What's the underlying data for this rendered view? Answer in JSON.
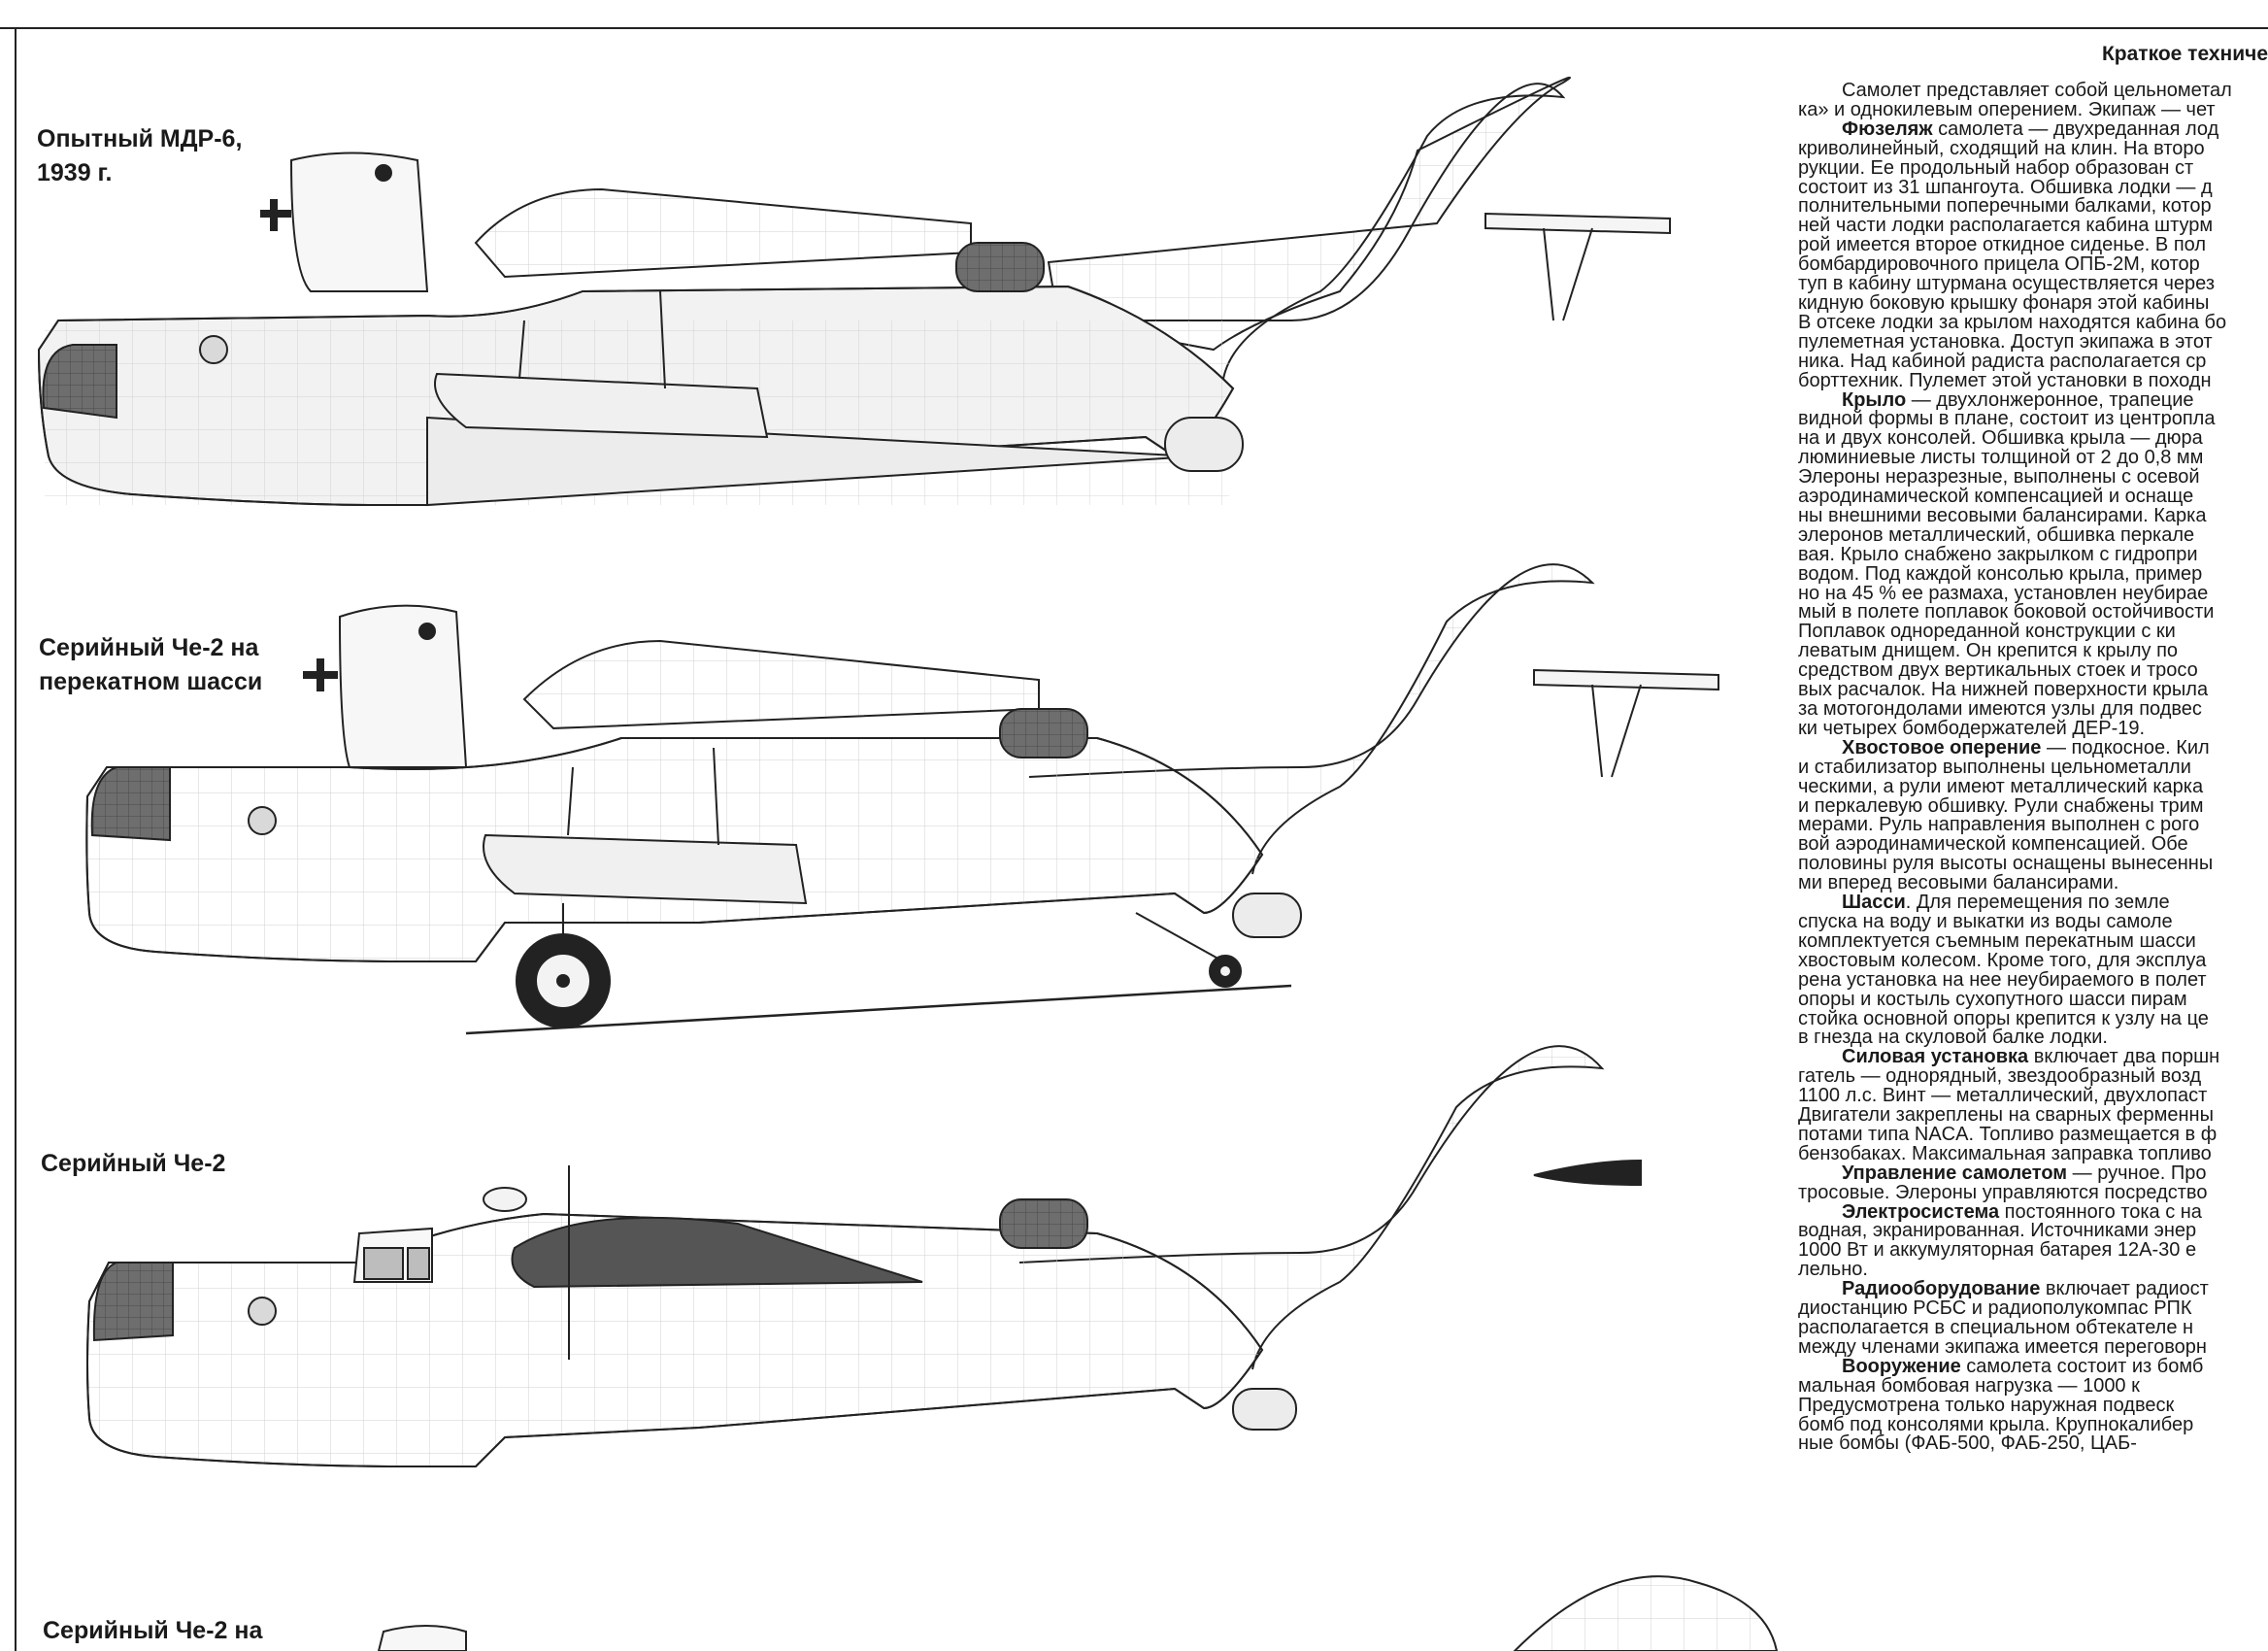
{
  "captions": {
    "aircraft1": [
      "Опытный МДР-6,",
      "1939 г."
    ],
    "aircraft2": [
      "Серийный Че-2 на",
      "перекатном шасси"
    ],
    "aircraft3": [
      "Серийный Че-2"
    ],
    "aircraft4": [
      "Серийный Че-2 на"
    ]
  },
  "text_column": {
    "title": "Краткое техниче",
    "lines": [
      {
        "indent": true,
        "lead": "",
        "text": "Самолет представляет собой цельнометал"
      },
      {
        "indent": false,
        "lead": "",
        "text": "ка» и однокилевым оперением. Экипаж — чет"
      },
      {
        "indent": true,
        "lead": "Фюзеляж",
        "text": " самолета — двухреданная лод"
      },
      {
        "indent": false,
        "lead": "",
        "text": "криволинейный, сходящий на клин. На второ"
      },
      {
        "indent": false,
        "lead": "",
        "text": "рукции. Ее продольный набор образован ст"
      },
      {
        "indent": false,
        "lead": "",
        "text": "состоит из 31 шпангоута. Обшивка лодки — д"
      },
      {
        "indent": false,
        "lead": "",
        "text": "полнительными поперечными балками, котор"
      },
      {
        "indent": false,
        "lead": "",
        "text": "ней части лодки располагается кабина штурм"
      },
      {
        "indent": false,
        "lead": "",
        "text": "рой имеется второе откидное сиденье. В пол"
      },
      {
        "indent": false,
        "lead": "",
        "text": "бомбардировочного прицела ОПБ-2М, котор"
      },
      {
        "indent": false,
        "lead": "",
        "text": "туп в кабину штурмана осуществляется через"
      },
      {
        "indent": false,
        "lead": "",
        "text": "кидную боковую крышку фонаря этой кабины"
      },
      {
        "indent": false,
        "lead": "",
        "text": "В отсеке лодки за крылом находятся кабина бо"
      },
      {
        "indent": false,
        "lead": "",
        "text": "пулеметная установка. Доступ экипажа в этот"
      },
      {
        "indent": false,
        "lead": "",
        "text": "ника. Над кабиной радиста располагается ср"
      },
      {
        "indent": false,
        "lead": "",
        "text": "борттехник. Пулемет этой установки в походн"
      },
      {
        "indent": true,
        "lead": "Крыло",
        "text": " — двухлонжеронное, трапецие"
      },
      {
        "indent": false,
        "lead": "",
        "text": "видной формы в плане, состоит из центропла"
      },
      {
        "indent": false,
        "lead": "",
        "text": "на и двух консолей. Обшивка крыла — дюра"
      },
      {
        "indent": false,
        "lead": "",
        "text": "люминиевые листы толщиной от 2 до 0,8 мм"
      },
      {
        "indent": false,
        "lead": "",
        "text": "Элероны неразрезные, выполнены с осевой"
      },
      {
        "indent": false,
        "lead": "",
        "text": "аэродинамической компенсацией и оснаще"
      },
      {
        "indent": false,
        "lead": "",
        "text": "ны внешними весовыми балансирами. Карка"
      },
      {
        "indent": false,
        "lead": "",
        "text": "элеронов металлический, обшивка перкале"
      },
      {
        "indent": false,
        "lead": "",
        "text": "вая. Крыло снабжено закрылком с гидропри"
      },
      {
        "indent": false,
        "lead": "",
        "text": "водом. Под каждой консолью крыла, пример"
      },
      {
        "indent": false,
        "lead": "",
        "text": "но на 45 % ее размаха, установлен неубирае"
      },
      {
        "indent": false,
        "lead": "",
        "text": "мый в полете поплавок боковой остойчивости"
      },
      {
        "indent": false,
        "lead": "",
        "text": "Поплавок однореданной конструкции с ки"
      },
      {
        "indent": false,
        "lead": "",
        "text": "леватым днищем. Он крепится к крылу по"
      },
      {
        "indent": false,
        "lead": "",
        "text": "средством двух вертикальных стоек и тросо"
      },
      {
        "indent": false,
        "lead": "",
        "text": "вых расчалок. На нижней поверхности крыла"
      },
      {
        "indent": false,
        "lead": "",
        "text": "за мотогондолами имеются узлы для подвес"
      },
      {
        "indent": false,
        "lead": "",
        "text": "ки четырех бомбодержателей ДЕР-19."
      },
      {
        "indent": true,
        "lead": "Хвостовое оперение",
        "text": " — подкосное. Кил"
      },
      {
        "indent": false,
        "lead": "",
        "text": "и стабилизатор выполнены цельнометалли"
      },
      {
        "indent": false,
        "lead": "",
        "text": "ческими, а рули имеют металлический карка"
      },
      {
        "indent": false,
        "lead": "",
        "text": "и перкалевую обшивку. Рули снабжены трим"
      },
      {
        "indent": false,
        "lead": "",
        "text": "мерами. Руль направления выполнен с рого"
      },
      {
        "indent": false,
        "lead": "",
        "text": "вой аэродинамической компенсацией. Обе"
      },
      {
        "indent": false,
        "lead": "",
        "text": "половины руля высоты оснащены вынесенны"
      },
      {
        "indent": false,
        "lead": "",
        "text": "ми вперед весовыми балансирами."
      },
      {
        "indent": true,
        "lead": "Шасси",
        "text": ". Для перемещения по земле"
      },
      {
        "indent": false,
        "lead": "",
        "text": "спуска на воду и выкатки из воды самоле"
      },
      {
        "indent": false,
        "lead": "",
        "text": "комплектуется съемным перекатным шасси"
      },
      {
        "indent": false,
        "lead": "",
        "text": "хвостовым колесом. Кроме того, для эксплуа"
      },
      {
        "indent": false,
        "lead": "",
        "text": "рена установка на нее неубираемого в полет"
      },
      {
        "indent": false,
        "lead": "",
        "text": "опоры и костыль сухопутного шасси пирам"
      },
      {
        "indent": false,
        "lead": "",
        "text": "стойка основной опоры крепится к узлу на це"
      },
      {
        "indent": false,
        "lead": "",
        "text": "в гнезда на скуловой балке лодки."
      },
      {
        "indent": true,
        "lead": "Силовая установка",
        "text": " включает два поршн"
      },
      {
        "indent": false,
        "lead": "",
        "text": "гатель — однорядный, звездообразный возд"
      },
      {
        "indent": false,
        "lead": "",
        "text": "1100 л.с. Винт — металлический, двухлопаст"
      },
      {
        "indent": false,
        "lead": "",
        "text": "Двигатели закреплены на сварных ферменны"
      },
      {
        "indent": false,
        "lead": "",
        "text": "потами типа NACA. Топливо размещается в ф"
      },
      {
        "indent": false,
        "lead": "",
        "text": "бензобаках. Максимальная заправка топливо"
      },
      {
        "indent": true,
        "lead": "Управление самолетом",
        "text": " — ручное. Про"
      },
      {
        "indent": false,
        "lead": "",
        "text": "тросовые. Элероны управляются посредство"
      },
      {
        "indent": true,
        "lead": "Электросистема",
        "text": " постоянного тока с на"
      },
      {
        "indent": false,
        "lead": "",
        "text": "водная, экранированная. Источниками энер"
      },
      {
        "indent": false,
        "lead": "",
        "text": "1000 Вт и аккумуляторная батарея 12А-30 е"
      },
      {
        "indent": false,
        "lead": "",
        "text": "лельно."
      },
      {
        "indent": true,
        "lead": "Радиооборудование",
        "text": " включает радиост"
      },
      {
        "indent": false,
        "lead": "",
        "text": "диостанцию РСБС и радиополукомпас РПК"
      },
      {
        "indent": false,
        "lead": "",
        "text": "располагается в специальном обтекателе н"
      },
      {
        "indent": false,
        "lead": "",
        "text": "между членами экипажа имеется переговорн"
      },
      {
        "indent": true,
        "lead": "Вооружение",
        "text": " самолета состоит из бомб"
      },
      {
        "indent": false,
        "lead": "",
        "text": "мальная бомбовая нагрузка — 1000 к"
      },
      {
        "indent": false,
        "lead": "",
        "text": "Предусмотрена только наружная подвеск"
      },
      {
        "indent": false,
        "lead": "",
        "text": "бомб под консолями крыла. Крупнокалибер"
      },
      {
        "indent": false,
        "lead": "",
        "text": "ные бомбы (ФАБ-500, ФАБ-250, ЦАБ-"
      }
    ]
  }
}
